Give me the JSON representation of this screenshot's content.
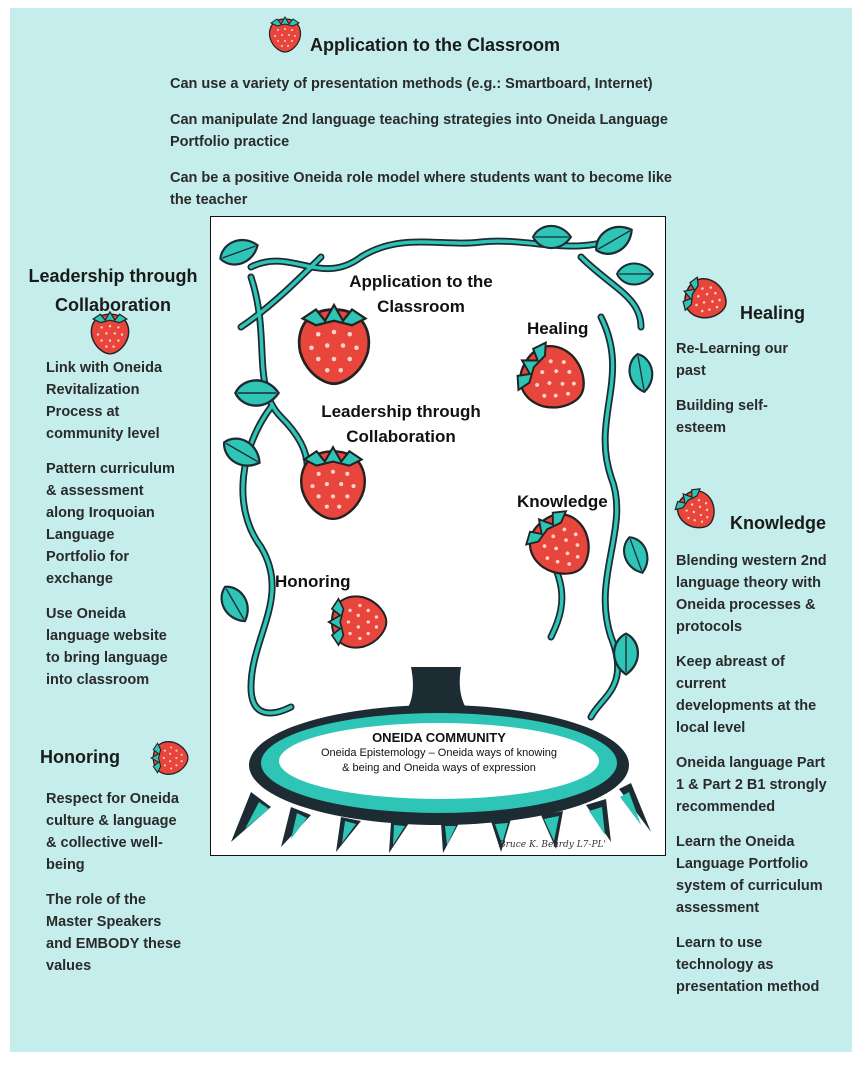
{
  "top": {
    "heading": "Application to the Classroom",
    "items": [
      "Can use a variety of presentation methods (e.g.: Smartboard, Internet)",
      "Can manipulate 2nd language teaching strategies into Oneida Language",
      "Portfolio practice",
      "Can be a positive Oneida role model where students want to become like",
      "the teacher"
    ]
  },
  "left_top": {
    "heading_line1": "Leadership through",
    "heading_line2": "Collaboration",
    "lines": [
      "Link with Oneida",
      "Revitalization",
      "Process at",
      "community level",
      "Pattern curriculum",
      "&  assessment",
      "along Iroquoian",
      "Language",
      "Portfolio for",
      "exchange",
      "Use Oneida",
      "language website",
      "to bring language",
      "into classroom"
    ]
  },
  "left_bottom": {
    "heading": "Honoring",
    "lines": [
      "Respect for Oneida",
      "culture & language",
      "& collective well-",
      "being",
      "The role of the",
      "Master Speakers",
      "and EMBODY these",
      "values"
    ]
  },
  "right_top": {
    "heading": "Healing",
    "lines": [
      "Re-Learning our",
      "past",
      "Building self-",
      "esteem"
    ]
  },
  "right_bottom": {
    "heading": "Knowledge",
    "lines": [
      "Blending western 2nd",
      "language theory with",
      "Oneida processes &",
      "protocols",
      "Keep abreast of",
      "current",
      "developments at the",
      "local level",
      "Oneida language Part",
      "1 & Part 2 B1 strongly",
      "recommended",
      "Learn the Oneida",
      "Language Portfolio",
      "system of curriculum",
      "assessment",
      "Learn to use",
      "technology as",
      "presentation method"
    ]
  },
  "artwork": {
    "label_application_1": "Application to the",
    "label_application_2": "Classroom",
    "label_healing": "Healing",
    "label_leadership_1": "Leadership through",
    "label_leadership_2": "Collaboration",
    "label_knowledge": "Knowledge",
    "label_honoring": "Honoring",
    "community_title": "ONEIDA COMMUNITY",
    "community_line1": "Oneida Epistemology – Oneida ways of knowing",
    "community_line2": "& being and Oneida ways of expression",
    "signature": "Bruce K. Beardy   L7-PL'"
  },
  "colors": {
    "background": "#c5edec",
    "berry_red": "#e8453c",
    "leaf_teal": "#2ec4b6"
  }
}
